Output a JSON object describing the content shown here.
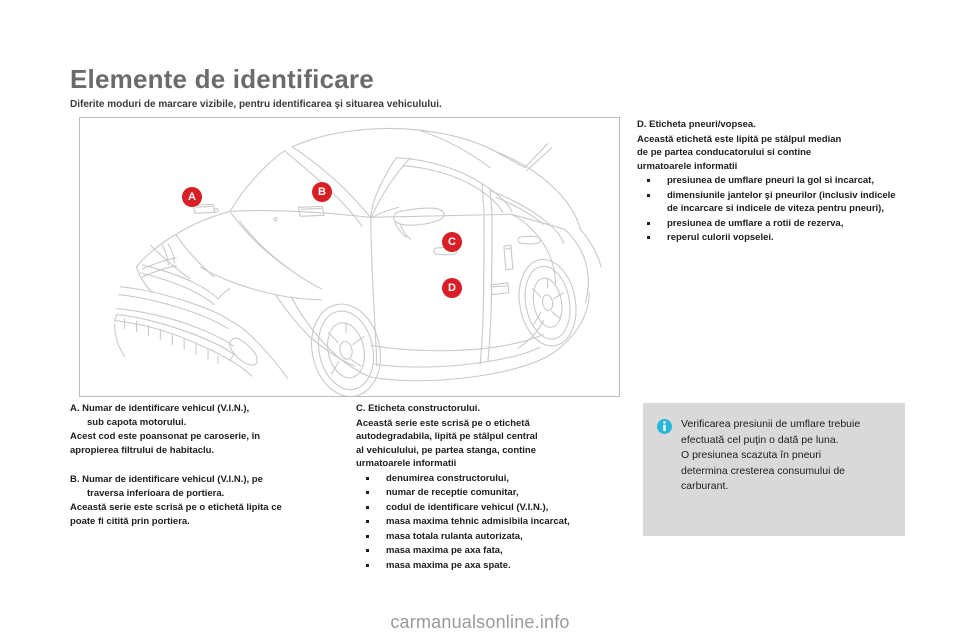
{
  "header": {
    "title": "Elemente de identificare",
    "subtitle": "Diferite moduri de marcare vizibile, pentru identificarea şi situarea vehiculului."
  },
  "figure": {
    "alt": "Vehicul DS3 vedere trei sferturi fata cu punctele de identificare A, B, C, D",
    "markers": [
      {
        "id": "A",
        "label": "A"
      },
      {
        "id": "B",
        "label": "B"
      },
      {
        "id": "C",
        "label": "C"
      },
      {
        "id": "D",
        "label": "D"
      }
    ]
  },
  "sections": {
    "a": {
      "heading_line1": "A. Numar de identificare vehicul (V.I.N.),",
      "heading_line2": "sub capota motorului.",
      "body_line1": "Acest cod este poansonat pe caroserie, în",
      "body_line2": "apropierea filtrului de habitaclu."
    },
    "b": {
      "heading_line1": "B. Numar de identificare vehicul (V.I.N.), pe",
      "heading_line2": "traversa inferioara de portiera.",
      "body_line1": "Această serie este scrisă pe o etichetă lipita ce",
      "body_line2": "poate fi citită prin portiera."
    },
    "c": {
      "heading": "C. Eticheta constructorului.",
      "body_line1": "Această serie este scrisă pe o etichetă",
      "body_line2": "autodegradabila, lipită pe stâlpul central",
      "body_line3": "al vehiculului, pe partea stanga, contine",
      "body_line4": "urmatoarele informatii",
      "bullets": [
        "denumirea constructorului,",
        "numar de receptie comunitar,",
        "codul de identificare vehicul (V.I.N.),",
        "masa maxima tehnic admisibila incarcat,",
        "masa totala rulanta autorizata,",
        "masa maxima pe axa fata,",
        "masa maxima pe axa spate."
      ]
    },
    "d": {
      "heading": "D. Eticheta pneuri/vopsea.",
      "body_line1": "Această etichetă este lipită pe stâlpul median",
      "body_line2": "de pe partea conducatorului si contine",
      "body_line3": "urmatoarele informatii",
      "bullets": [
        "presiunea de umflare pneuri la gol si incarcat,",
        "dimensiunile jantelor şi pneurilor (inclusiv indicele de incarcare si indicele de viteza pentru pneuri),",
        "presiunea de umflare a rotii de rezerva,",
        "reperul culorii vopselei."
      ]
    }
  },
  "info_box": {
    "icon": "info-icon",
    "line1": "Verificarea presiunii de umflare trebuie",
    "line2": "efectuată cel puţin o dată pe luna.",
    "line3": "O presiunea scazuta în pneuri",
    "line4": "determina cresterea consumului de",
    "line5": "carburant."
  },
  "watermark": "carmanualsonline.info",
  "colors": {
    "marker_red": "#d81f26",
    "info_cyan": "#29b6d8",
    "info_bg": "#d9d9d9",
    "title_gray": "#6b6b6b",
    "text": "#1d1d1b"
  }
}
